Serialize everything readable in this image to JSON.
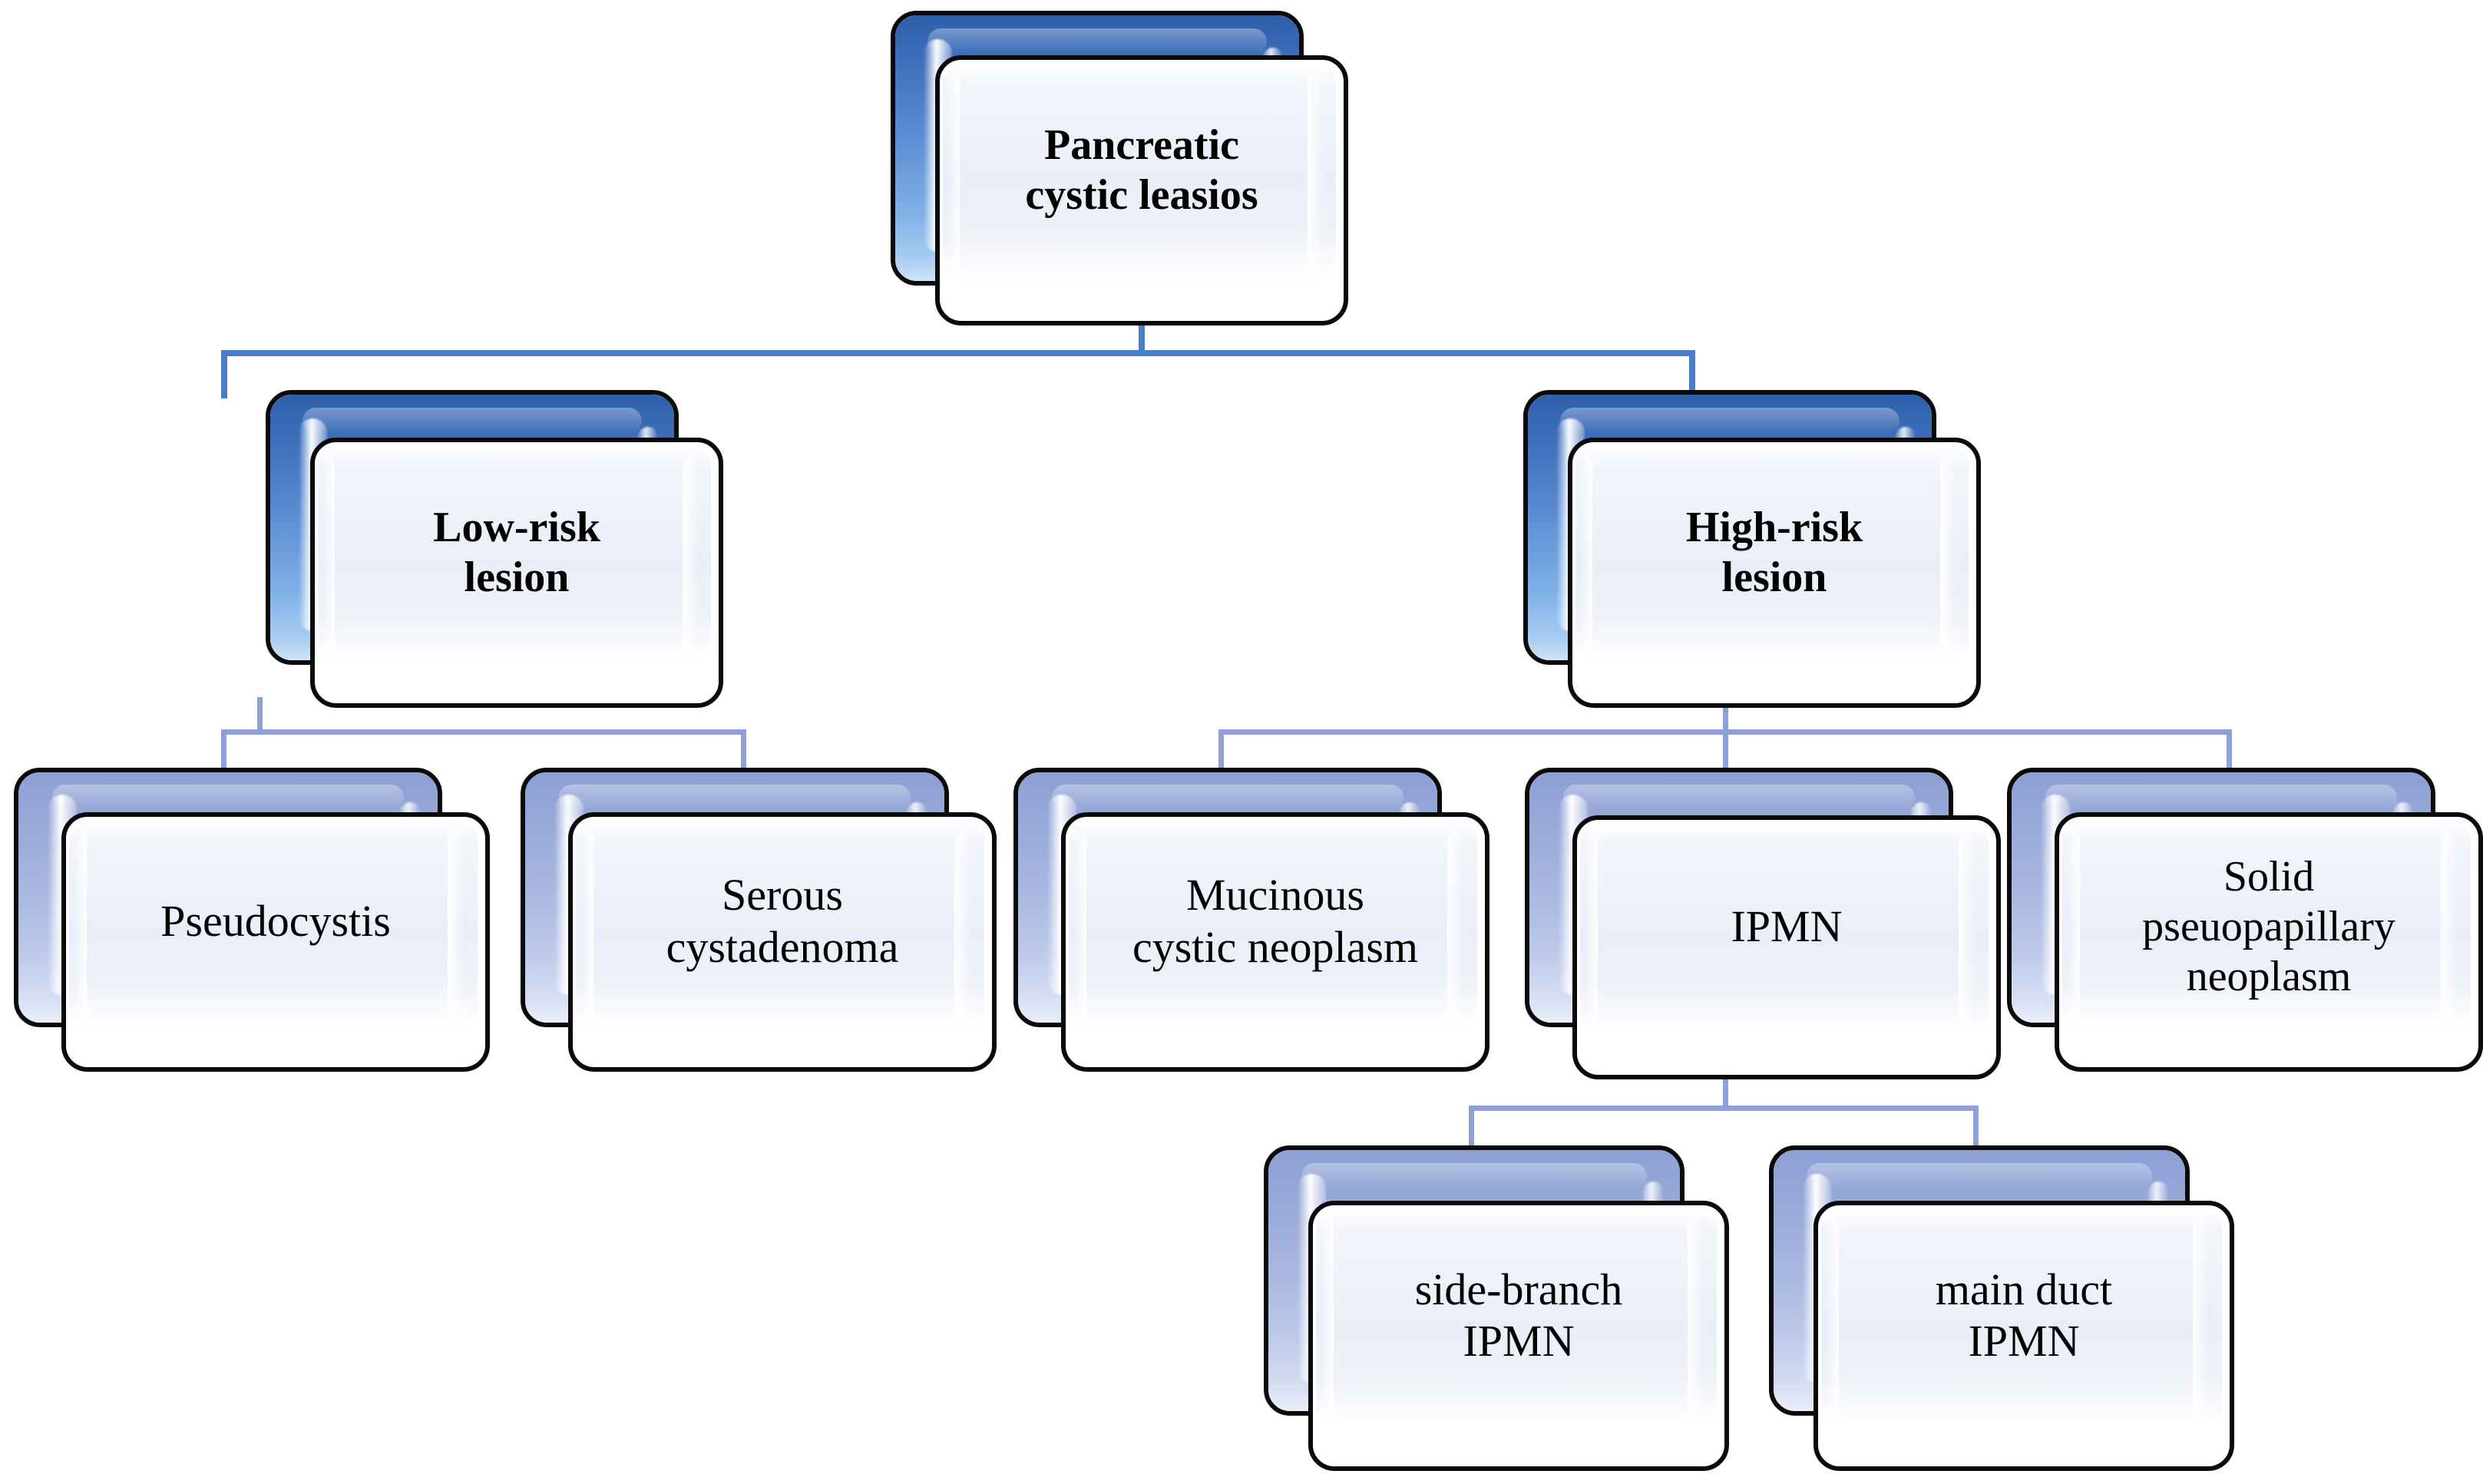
{
  "diagram": {
    "title": "Pancreatic cystic lesions classification tree",
    "colors": {
      "connector_primary": "#4a7ec8",
      "connector_secondary": "#8d9fd4",
      "plate_border": "#0a0a0a",
      "plate_blue_strong": "#3a6cb8",
      "plate_blue_pale": "#95a7d8",
      "plate_front": "#e9eef8",
      "text": "#000000",
      "background": "#ffffff"
    },
    "nodes": {
      "root": {
        "label": "Pancreatic\ncystic leasios"
      },
      "low_risk": {
        "label": "Low-risk\nlesion"
      },
      "high_risk": {
        "label": "High-risk\nlesion"
      },
      "pseudocystis": {
        "label": "Pseudocystis"
      },
      "serous_cystadenoma": {
        "label": "Serous\ncystadenoma"
      },
      "mucinous_cystic_neoplasm": {
        "label": "Mucinous\ncystic neoplasm"
      },
      "ipmn": {
        "label": "IPMN"
      },
      "solid_pseuopapillary_neoplasm": {
        "label": "Solid\npseuopapillary\nneoplasm"
      },
      "side_branch_ipmn": {
        "label": "side-branch\nIPMN"
      },
      "main_duct_ipmn": {
        "label": "main duct\nIPMN"
      }
    },
    "edges": [
      {
        "from": "root",
        "to": "low_risk"
      },
      {
        "from": "root",
        "to": "high_risk"
      },
      {
        "from": "low_risk",
        "to": "pseudocystis"
      },
      {
        "from": "low_risk",
        "to": "serous_cystadenoma"
      },
      {
        "from": "high_risk",
        "to": "mucinous_cystic_neoplasm"
      },
      {
        "from": "high_risk",
        "to": "ipmn"
      },
      {
        "from": "high_risk",
        "to": "solid_pseuopapillary_neoplasm"
      },
      {
        "from": "ipmn",
        "to": "side_branch_ipmn"
      },
      {
        "from": "ipmn",
        "to": "main_duct_ipmn"
      }
    ]
  }
}
